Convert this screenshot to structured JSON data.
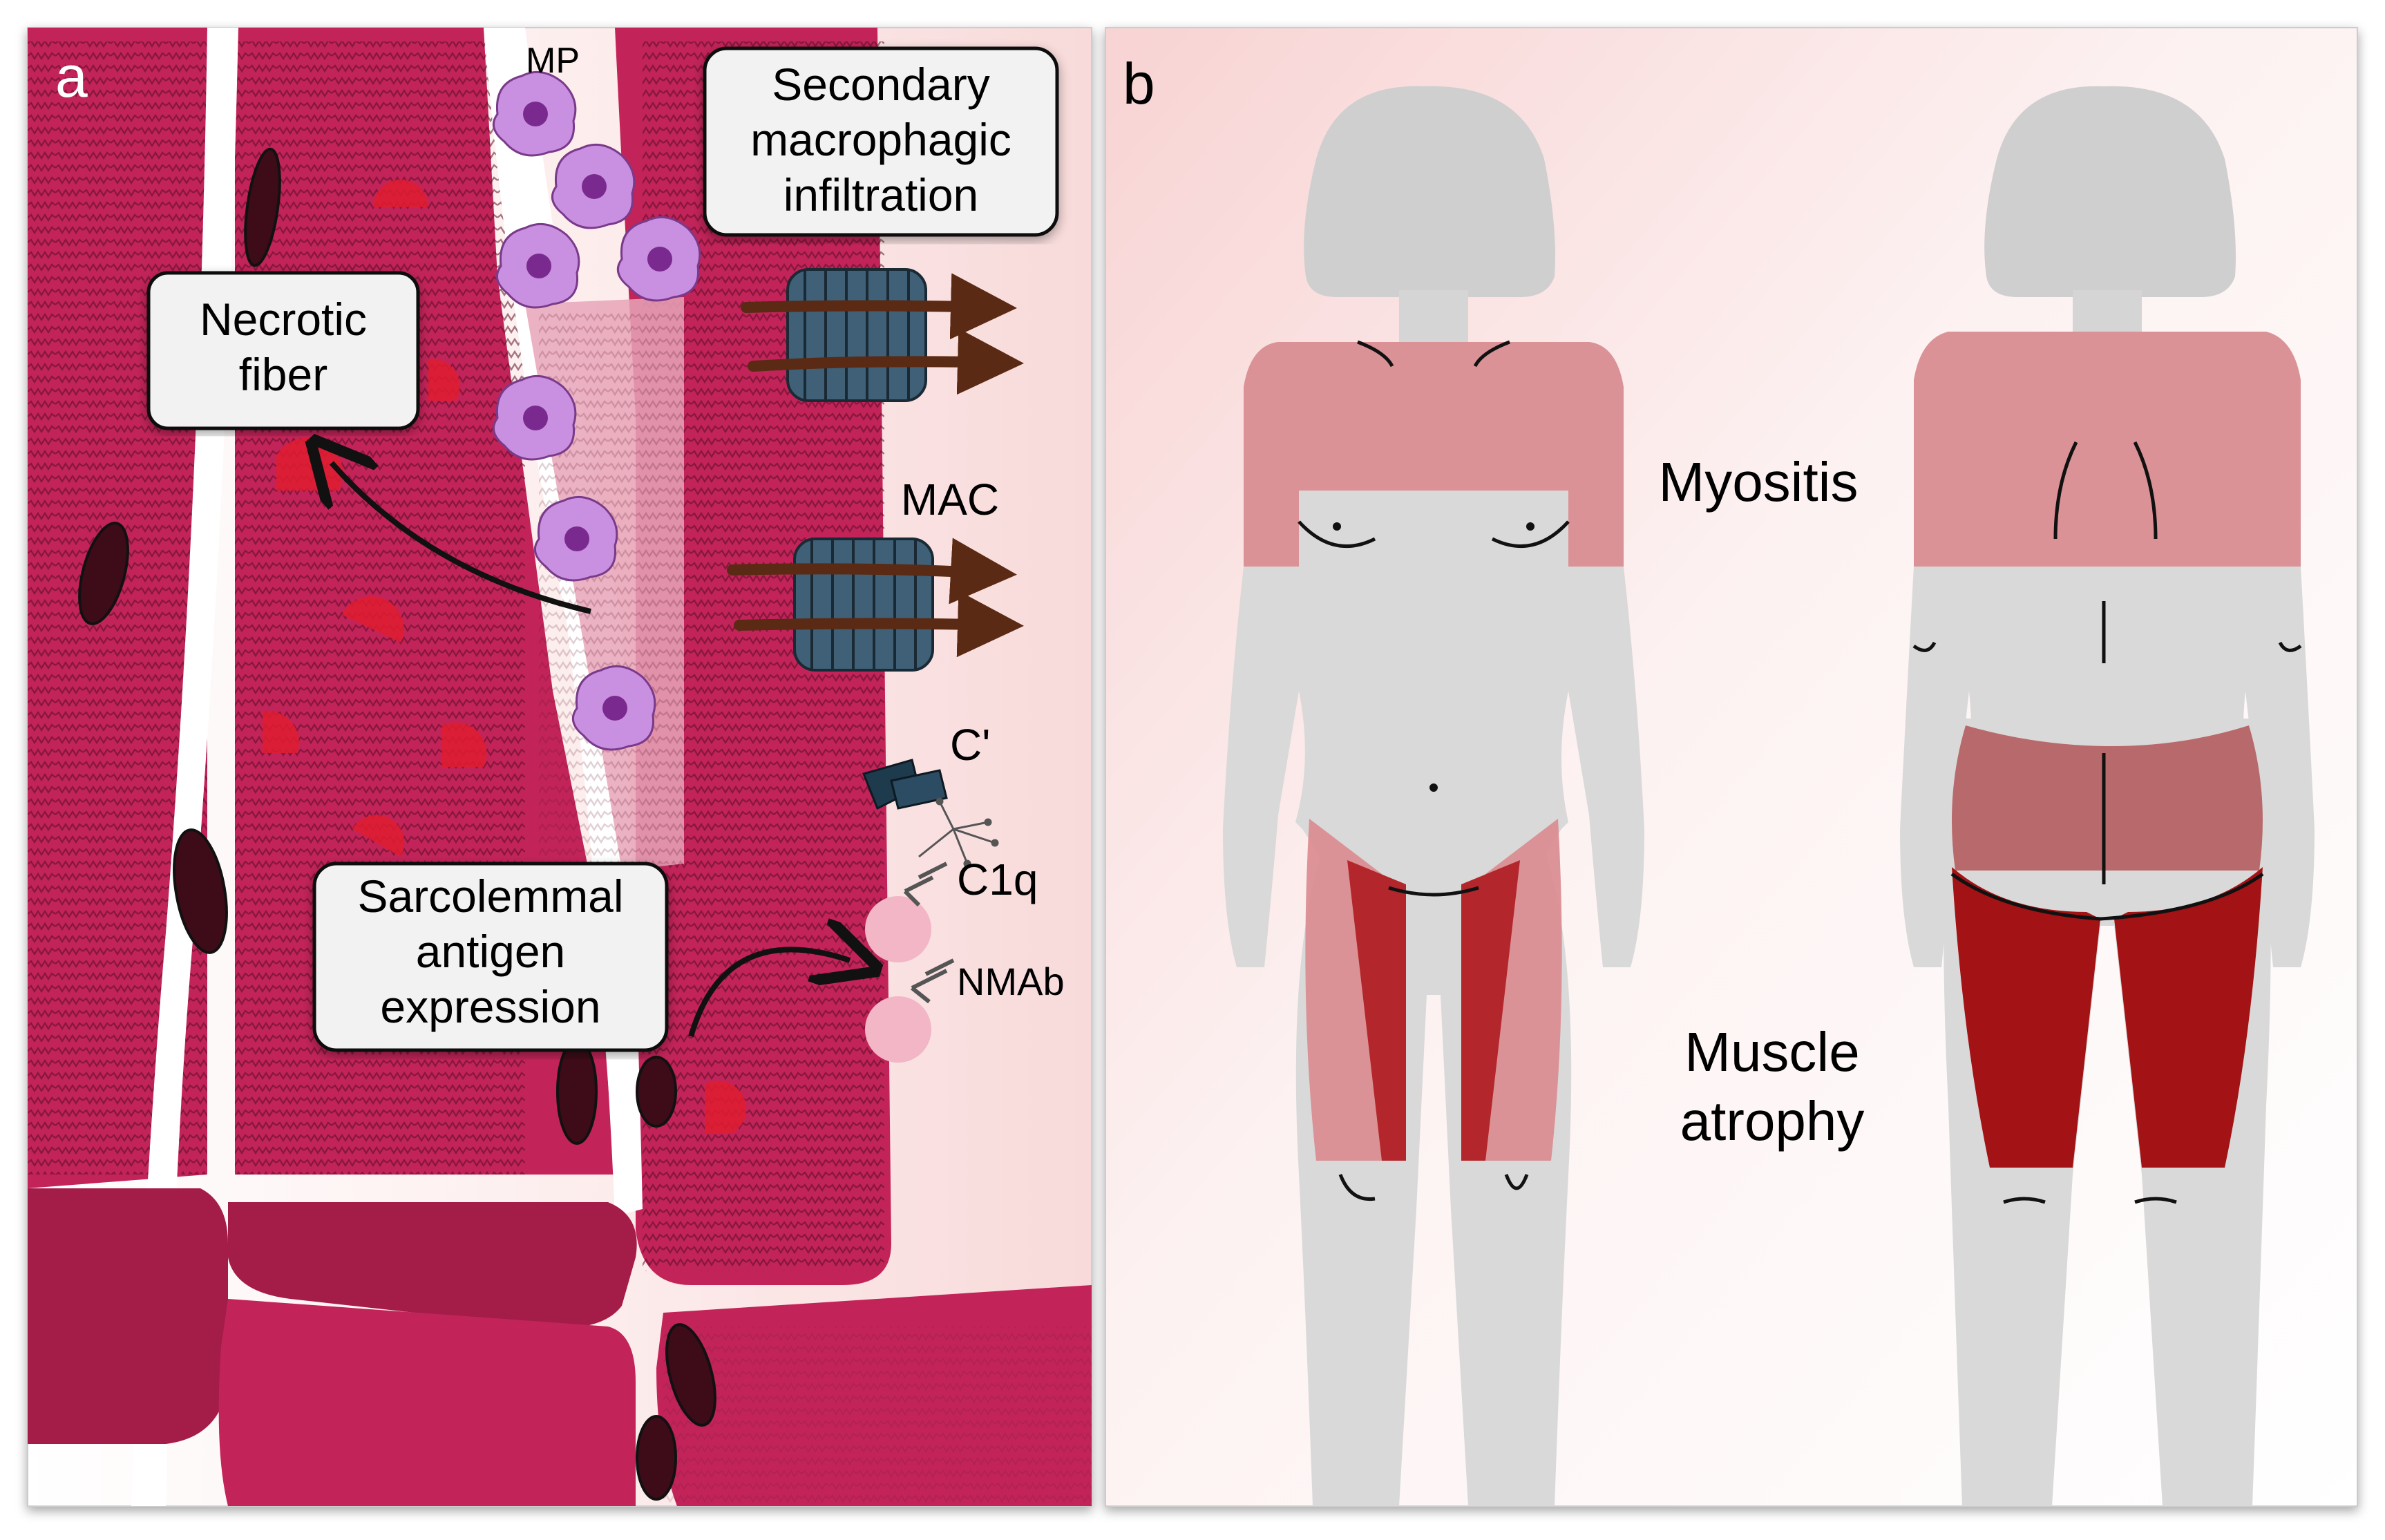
{
  "panels": {
    "a": {
      "letter": "a",
      "callouts": {
        "necrotic_fiber": [
          "Necrotic",
          "fiber"
        ],
        "secondary_infiltration": [
          "Secondary",
          "macrophagic",
          "infiltration"
        ],
        "sarcolemmal": [
          "Sarcolemmal",
          "antigen",
          "expression"
        ]
      },
      "labels": {
        "mp": "MP",
        "mac": "MAC",
        "complement": "C'",
        "c1q": "C1q",
        "nmab": "NMAb"
      }
    },
    "b": {
      "letter": "b",
      "labels": {
        "myositis": "Myositis",
        "atrophy": [
          "Muscle",
          "atrophy"
        ]
      }
    }
  },
  "colors": {
    "muscle": "#c2245a",
    "muscle_dark": "#a41d49",
    "nucleus": "#3d0c18",
    "macrophage": "#c98fe0",
    "macrophage_nucleus": "#7a2a8e",
    "mac_complex": "#3f6077",
    "arrow_brown": "#5a2a14",
    "body": "#d9d9d9",
    "myositis": "#d98a8e",
    "atrophy_front": "#b3262b",
    "atrophy_back": "#a31214"
  }
}
